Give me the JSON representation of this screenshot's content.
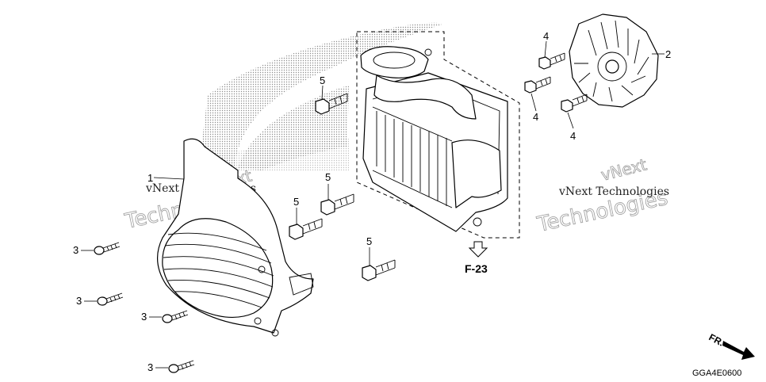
{
  "diagram": {
    "callouts": [
      {
        "id": "c1",
        "text": "1"
      },
      {
        "id": "c2",
        "text": "2"
      },
      {
        "id": "c3a",
        "text": "3"
      },
      {
        "id": "c3b",
        "text": "3"
      },
      {
        "id": "c3c",
        "text": "3"
      },
      {
        "id": "c3d",
        "text": "3"
      },
      {
        "id": "c4a",
        "text": "4"
      },
      {
        "id": "c4b",
        "text": "4"
      },
      {
        "id": "c4c",
        "text": "4"
      },
      {
        "id": "c5a",
        "text": "5"
      },
      {
        "id": "c5b",
        "text": "5"
      },
      {
        "id": "c5c",
        "text": "5"
      },
      {
        "id": "c5d",
        "text": "5"
      }
    ],
    "reference": "F-23",
    "direction_label": "FR.",
    "drawing_code": "GGA4E0600"
  },
  "watermark": {
    "line1": "vNext Technologies",
    "line2": "Technologies",
    "line3": "vNext"
  },
  "colors": {
    "line": "#000000",
    "watermark_outline": "#9a9a9a",
    "logo_dots": "#8c8c8c"
  }
}
